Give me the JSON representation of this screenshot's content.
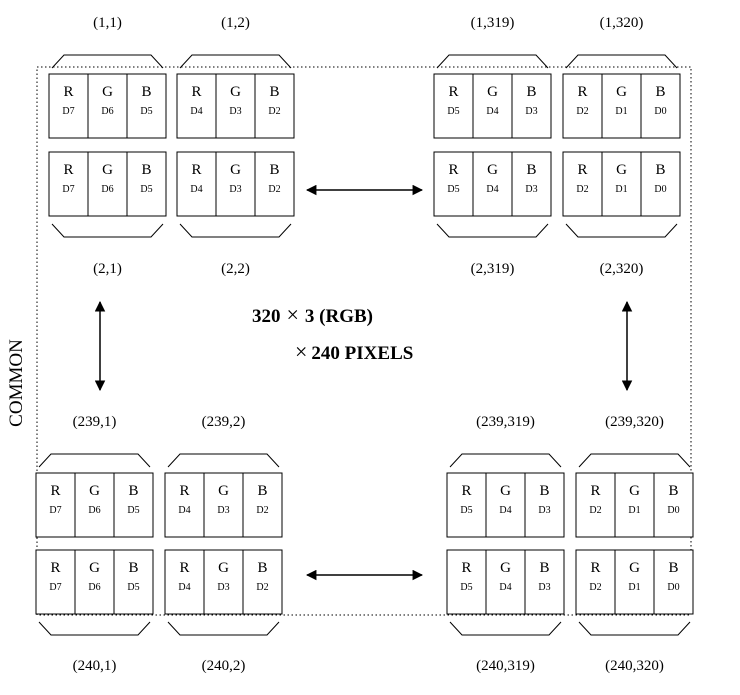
{
  "diagram": {
    "side_label": "COMMON",
    "center_line1_num": "320",
    "center_line1_rest": "3 (RGB)",
    "center_line2": "240 PIXELS",
    "times_sign": "×",
    "channels": [
      "R",
      "G",
      "B"
    ],
    "groups": [
      {
        "top": "(1,1)",
        "bottom": "(2,1)",
        "rows": [
          [
            "D7",
            "D6",
            "D5"
          ],
          [
            "D7",
            "D6",
            "D5"
          ]
        ]
      },
      {
        "top": "(1,2)",
        "bottom": "(2,2)",
        "rows": [
          [
            "D4",
            "D3",
            "D2"
          ],
          [
            "D4",
            "D3",
            "D2"
          ]
        ]
      },
      {
        "top": "(1,319)",
        "bottom": "(2,319)",
        "rows": [
          [
            "D5",
            "D4",
            "D3"
          ],
          [
            "D5",
            "D4",
            "D3"
          ]
        ]
      },
      {
        "top": "(1,320)",
        "bottom": "(2,320)",
        "rows": [
          [
            "D2",
            "D1",
            "D0"
          ],
          [
            "D2",
            "D1",
            "D0"
          ]
        ]
      },
      {
        "top": "(239,1)",
        "bottom": "(240,1)",
        "rows": [
          [
            "D7",
            "D6",
            "D5"
          ],
          [
            "D7",
            "D6",
            "D5"
          ]
        ]
      },
      {
        "top": "(239,2)",
        "bottom": "(240,2)",
        "rows": [
          [
            "D4",
            "D3",
            "D2"
          ],
          [
            "D4",
            "D3",
            "D2"
          ]
        ]
      },
      {
        "top": "(239,319)",
        "bottom": "(240,319)",
        "rows": [
          [
            "D5",
            "D4",
            "D3"
          ],
          [
            "D5",
            "D4",
            "D3"
          ]
        ]
      },
      {
        "top": "(239,320)",
        "bottom": "(240,320)",
        "rows": [
          [
            "D2",
            "D1",
            "D0"
          ],
          [
            "D2",
            "D1",
            "D0"
          ]
        ]
      }
    ]
  }
}
